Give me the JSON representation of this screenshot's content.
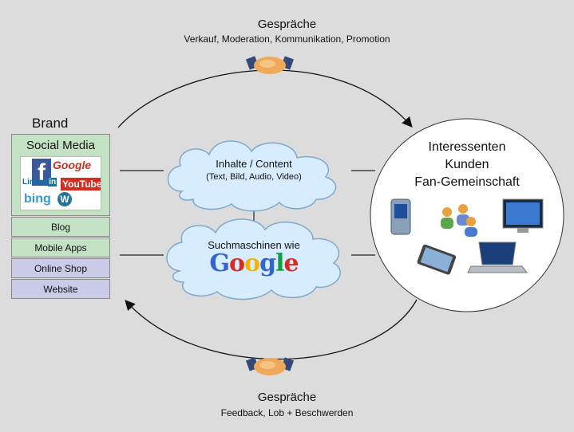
{
  "top": {
    "title": "Gespräche",
    "subtitle": "Verkauf, Moderation, Kommunikation, Promotion"
  },
  "bottom": {
    "title": "Gespräche",
    "subtitle": "Feedback, Lob + Beschwerden"
  },
  "brand": {
    "label": "Brand",
    "social_media": "Social Media",
    "logos": {
      "facebook": "f",
      "google": "Google",
      "linkedin": "Linked",
      "linkedin_in": "in",
      "youtube": "YouTube",
      "bing": "bing",
      "wordpress": "W"
    },
    "items": [
      {
        "label": "Blog"
      },
      {
        "label": "Mobile Apps"
      },
      {
        "label": "Online Shop"
      },
      {
        "label": "Website"
      }
    ]
  },
  "cloud_content": {
    "title": "Inhalte / Content",
    "subtitle": "(Text, Bild, Audio, Video)"
  },
  "cloud_search": {
    "title": "Suchmaschinen wie",
    "google_letters": [
      "G",
      "o",
      "o",
      "g",
      "l",
      "e"
    ]
  },
  "audience": {
    "line1": "Interessenten",
    "line2": "Kunden",
    "line3": "Fan-Gemeinschaft"
  },
  "colors": {
    "background": "#dcdcdc",
    "green_box": "#c3e2c3",
    "purple_box": "#c9cbe9",
    "cloud": "#d8ecff",
    "cloud_stroke": "#7fa9cc",
    "google": [
      "#3366cc",
      "#d62d20",
      "#f4b400",
      "#3366cc",
      "#149e45",
      "#d62d20"
    ]
  }
}
